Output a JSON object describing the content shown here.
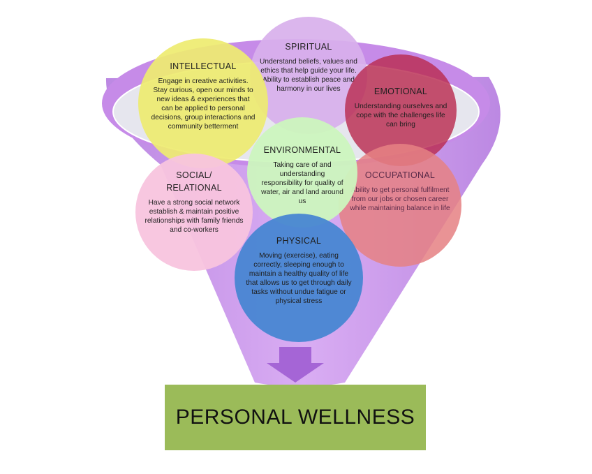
{
  "colors": {
    "funnel": "#c68be8",
    "funnel_rim_inner": "#e6e6ee",
    "arrow": "#a565d6",
    "wellness_box": "#9bbb59"
  },
  "dimensions": [
    {
      "key": "intellectual",
      "title": "INTELLECTUAL",
      "description": "Engage in creative activities. Stay curious, open our minds to new ideas & experiences that can be applied to personal decisions, group interactions and community betterment",
      "color": "#eeec70"
    },
    {
      "key": "spiritual",
      "title": "SPIRITUAL",
      "description": "Understand beliefs, values and ethics that help guide your life. Ability to establish peace and harmony in our lives",
      "color": "#d8b0ec"
    },
    {
      "key": "emotional",
      "title": "EMOTIONAL",
      "description": "Understanding ourselves and cope with the challenges life can bring",
      "color": "#ba2c50"
    },
    {
      "key": "environmental",
      "title": "ENVIRONMENTAL",
      "description": "Taking care of and understanding responsibility for quality of water, air and land around us",
      "color": "#ccf6be"
    },
    {
      "key": "social",
      "title": "SOCIAL/",
      "title2": "RELATIONAL",
      "description": "Have a strong social network establish  & maintain positive relationships with family friends and co-workers",
      "color": "#f8c4de"
    },
    {
      "key": "occupational",
      "title": "OCCUPATIONAL",
      "description": "Ability to get personal fulfilment from our jobs or chosen career while maintaining balance in life",
      "color": "#fab078"
    },
    {
      "key": "physical",
      "title": "PHYSICAL",
      "description": "Moving (exercise), eating correctly, sleeping enough to maintain a healthy quality of life that allows us to get through daily tasks without undue fatigue or physical stress",
      "color": "#4886d2"
    }
  ],
  "result": {
    "label": "PERSONAL WELLNESS"
  }
}
